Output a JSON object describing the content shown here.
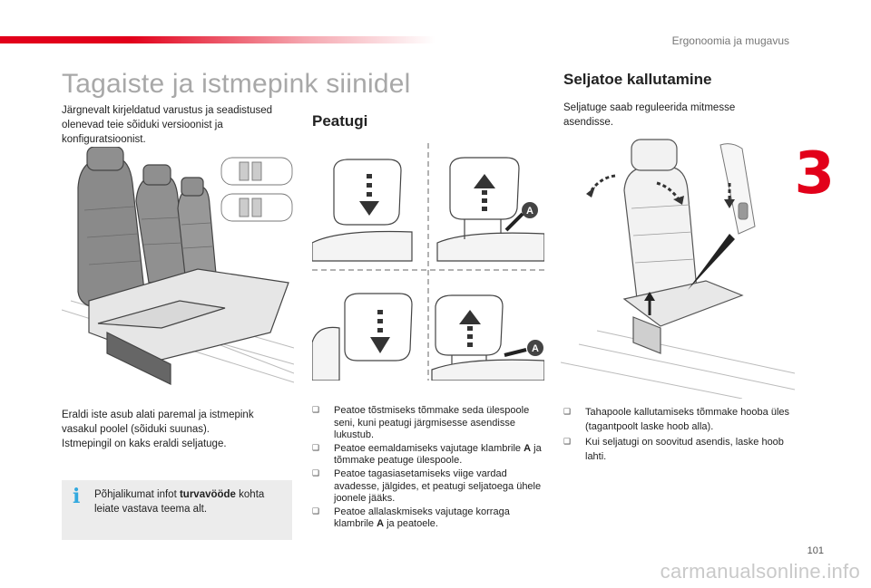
{
  "header": {
    "section_title": "Ergonoomia ja mugavus",
    "chapter": "3"
  },
  "page_title": "Tagaiste ja istmepink siinidel",
  "intro": "Järgnevalt kirjeldatud varustus ja seadistused olenevad teie sõiduki versioonist ja konfiguratsioonist.",
  "seat_note_1": "Eraldi iste asub alati paremal ja istmepink vasakul poolel (sõiduki suunas).",
  "seat_note_2": "Istmepingil on kaks eraldi seljatuge.",
  "info_box": {
    "icon": "info-icon",
    "text_before": "Põhjalikumat infot ",
    "bold": "turvavööde",
    "text_after": " kohta leiate vastava teema alt."
  },
  "headrest": {
    "title": "Peatugi",
    "label_a": "A",
    "bullets": [
      "Peatoe tõstmiseks tõmmake seda ülespoole seni, kuni peatugi järgmisesse asendisse lukustub.",
      {
        "before": "Peatoe eemaldamiseks vajutage klambrile ",
        "bold": "A",
        "after": " ja tõmmake peatuge ülespoole."
      },
      "Peatoe tagasiasetamiseks viige vardad avadesse, jälgides, et peatugi seljatoega ühele joonele jääks.",
      {
        "before": "Peatoe allalaskmiseks vajutage korraga klambrile ",
        "bold": "A",
        "after": " ja peatoele."
      }
    ]
  },
  "recline": {
    "title": "Seljatoe kallutamine",
    "intro": "Seljatuge saab reguleerida mitmesse asendisse.",
    "bullets": [
      "Tahapoole kallutamiseks tõmmake hooba üles (tagantpoolt laske hoob alla).",
      "Kui seljatugi on soovitud asendis, laske hoob lahti."
    ]
  },
  "bullet_mark": "❑",
  "page_number": "101",
  "watermark": "carmanualsonline.info",
  "colors": {
    "accent": "#e2001a",
    "info": "#33a9de",
    "title_gray": "#a8a8a8"
  }
}
